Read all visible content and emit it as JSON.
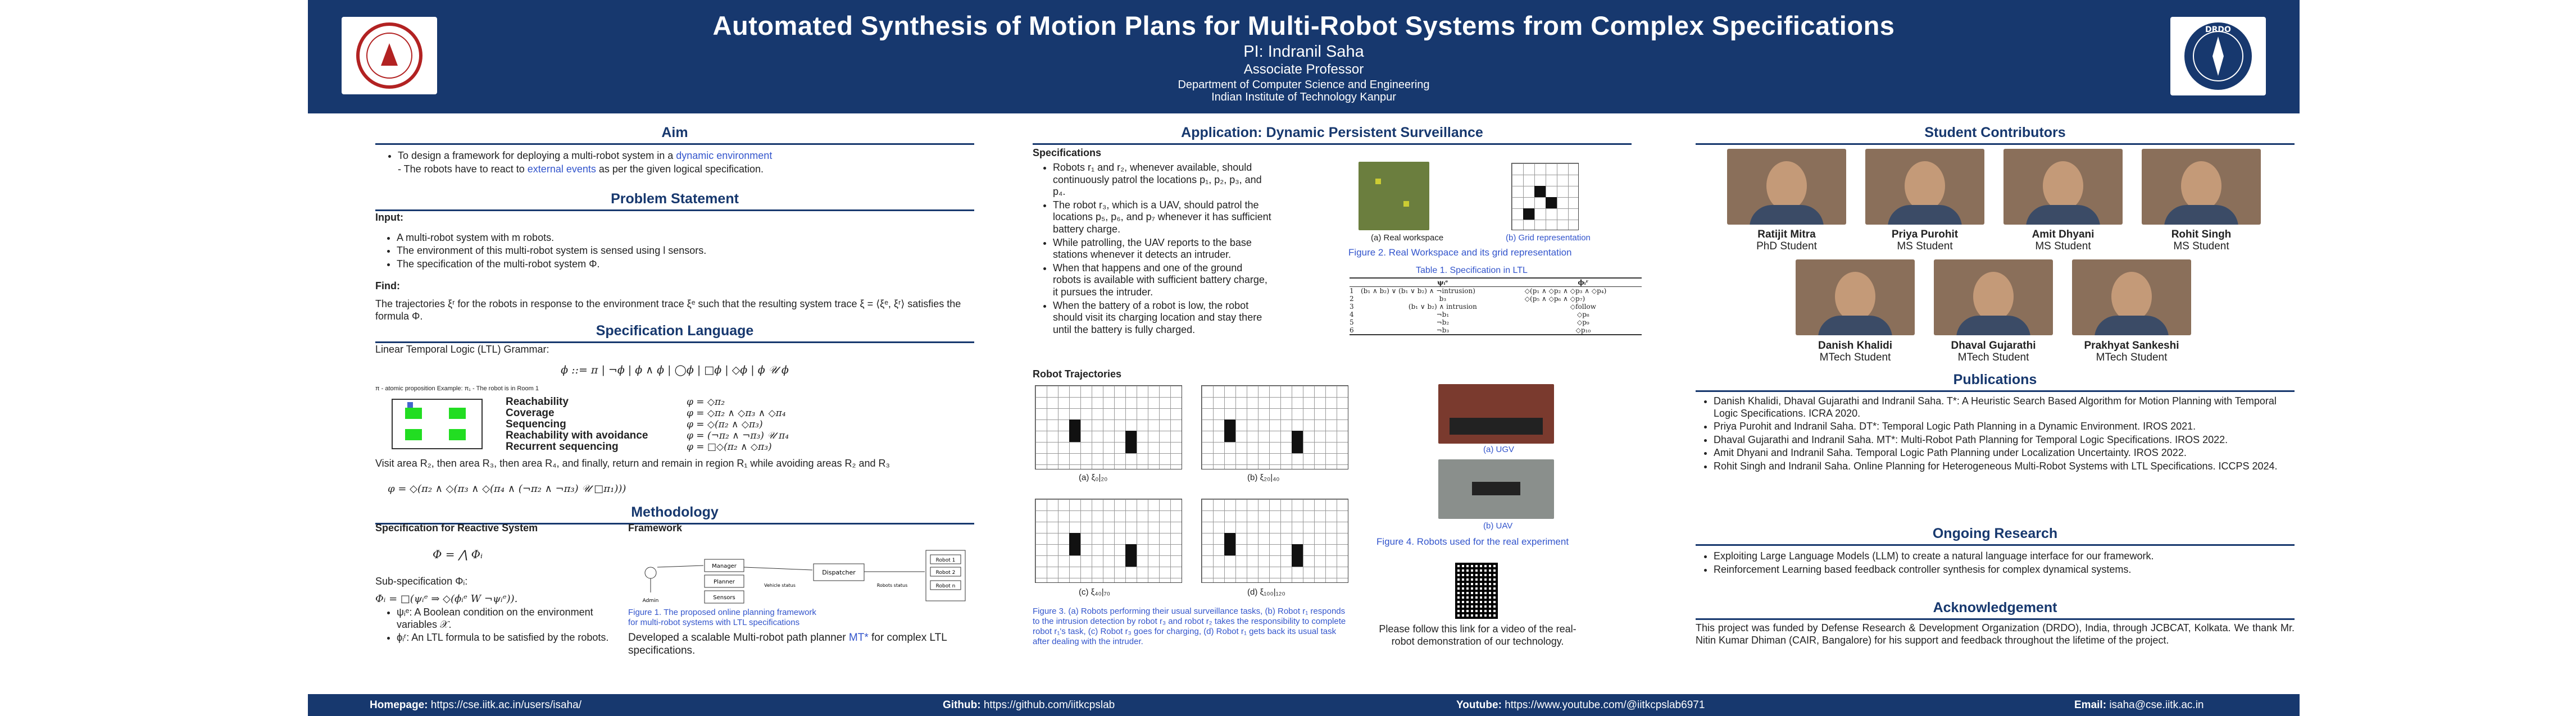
{
  "header": {
    "title": "Automated Synthesis of Motion Plans for Multi-Robot Systems from Complex Specifications",
    "pi": "PI: Indranil Saha",
    "role": "Associate Professor",
    "department": "Department of Computer Science and Engineering",
    "institute": "Indian Institute of Technology Kanpur",
    "logo_right_text": "DRDO"
  },
  "aim": {
    "heading": "Aim",
    "items": [
      {
        "pre": "To design a framework for deploying a multi-robot system in a ",
        "em": "dynamic environment",
        "post": ""
      },
      {
        "pre": "- The robots have to react to ",
        "em": "external events",
        "post": " as per the given logical specification."
      }
    ]
  },
  "problem": {
    "heading": "Problem Statement",
    "input_label": "Input:",
    "inputs": [
      "A multi-robot system with m robots.",
      "The environment of this multi-robot system is sensed using l sensors.",
      "The specification of the multi-robot system Φ."
    ],
    "find_label": "Find:",
    "find_text": "The trajectories ξʳ for the robots in response to the environment trace ξᵉ such that the resulting system trace ξ = ⟨ξᵉ, ξʳ⟩ satisfies the formula Φ."
  },
  "spec": {
    "heading": "Specification Language",
    "intro": "Linear Temporal Logic (LTL) Grammar:",
    "grammar": "ϕ ::= π | ¬ϕ | ϕ ∧ ϕ | ◯ϕ | □ϕ | ◇ϕ | ϕ 𝒰 ϕ",
    "note": "π - atomic proposition     Example: π₁ - The robot is in Room 1",
    "patterns": [
      {
        "name": "Reachability",
        "formula": "φ = ◇π₂"
      },
      {
        "name": "Coverage",
        "formula": "φ = ◇π₂ ∧ ◇π₃ ∧ ◇π₄"
      },
      {
        "name": "Sequencing",
        "formula": "φ = ◇(π₂ ∧ ◇π₃)"
      },
      {
        "name": "Reachability with avoidance",
        "formula": "φ = (¬π₂ ∧ ¬π₃) 𝒰 π₄"
      },
      {
        "name": "Recurrent sequencing",
        "formula": "φ = □◇(π₂ ∧ ◇π₃)"
      }
    ],
    "example_text": "Visit area R₂, then area R₃, then area R₄, and finally, return and remain in region R₁ while avoiding areas R₂ and R₃",
    "example_formula": "φ = ◇(π₂ ∧ ◇(π₃ ∧ ◇(π₄ ∧ (¬π₂ ∧ ¬π₃) 𝒰 □π₁)))"
  },
  "methodology": {
    "heading": "Methodology",
    "left_title": "Specification for Reactive System",
    "phi": "Φ = ⋀ Φᵢ",
    "sub_label": "Sub-specification Φᵢ:",
    "sub_formula": "Φᵢ = □(ψᵢᵉ ⇒ ◇(ϕᵢᵉ W ¬ψᵢᵉ)).",
    "bullets": [
      "ψᵢᵉ: A Boolean condition on the environment variables 𝒳.",
      "ϕᵢʳ: An LTL formula to be satisfied by the robots."
    ],
    "right_title": "Framework",
    "fig_caption": "Figure 1. The proposed online planning framework for multi-robot systems with LTL specifications",
    "fw_boxes": [
      "Manager",
      "Dispatcher",
      "Robot 1",
      "Robot 2",
      "Robot n",
      "Planner",
      "Sensors"
    ],
    "fw_labels": [
      "Admin",
      "Robots status",
      "Vehicle status"
    ],
    "developed": "Developed a scalable Multi-robot path planner ",
    "developed_em": "MT*",
    "developed_post": " for complex LTL specifications."
  },
  "application": {
    "heading": "Application: Dynamic Persistent Surveillance",
    "spec_label": "Specifications",
    "items": [
      "Robots r₁ and r₂, whenever available, should continuously patrol the locations p₁, p₂, p₃, and p₄.",
      "The robot r₃, which is a UAV, should patrol the locations p₅, p₆, and p₇ whenever it has sufficient battery charge.",
      "While patrolling, the UAV reports to the base stations whenever it detects an intruder.",
      "When that happens and one of the ground robots is available with sufficient battery charge, it pursues the intruder.",
      "When the battery of a robot is low, the robot should visit its charging location and stay there until the battery is fully charged."
    ],
    "sub_a": "(a) Real workspace",
    "sub_b": "(b) Grid representation",
    "fig2": "Figure 2. Real Workspace and its grid representation",
    "table_title": "Table 1. Specification in LTL",
    "table_head": [
      "ψᵢᵉ",
      "ϕᵢʳ"
    ],
    "table_rows": [
      [
        "1",
        "(b₁ ∧ b₂) ∨ (b₁ ∨ b₂) ∧ ¬intrusion)",
        "◇(p₁ ∧ ◇p₂ ∧ ◇p₃ ∧ ◇p₄)"
      ],
      [
        "2",
        "b₃",
        "◇(p₅ ∧ ◇p₆ ∧ ◇p₇)"
      ],
      [
        "3",
        "(b₁ ∨ b₂) ∧ intrusion",
        "◇follow"
      ],
      [
        "4",
        "¬b₁",
        "◇p₈"
      ],
      [
        "5",
        "¬b₂",
        "◇p₉"
      ],
      [
        "6",
        "¬b₃",
        "◇p₁₀"
      ]
    ],
    "traj_label": "Robot Trajectories",
    "traj_caps": [
      "(a) ξ₀|₂₀",
      "(b) ξ₂₀|₄₀",
      "(c) ξ₄₀|₇₀",
      "(d) ξ₁₀₀|₁₂₀"
    ],
    "fig3": "Figure 3. (a) Robots performing their usual surveillance tasks, (b) Robot r₁ responds to the intrusion detection by robot r₃ and robot r₂ takes the responsibility to complete robot r₁'s task, (c) Robot r₃ goes for charging, (d) Robot r₁ gets back its usual task after dealing with the intruder.",
    "ugv_cap": "(a) UGV",
    "uav_cap": "(b) UAV",
    "fig4": "Figure 4. Robots used for the real experiment",
    "video_text": "Please follow this link for a video of the real-robot demonstration of our technology."
  },
  "contributors": {
    "heading": "Student Contributors",
    "people": [
      {
        "name": "Ratijit Mitra",
        "role": "PhD Student"
      },
      {
        "name": "Priya Purohit",
        "role": "MS Student"
      },
      {
        "name": "Amit Dhyani",
        "role": "MS Student"
      },
      {
        "name": "Rohit Singh",
        "role": "MS Student"
      },
      {
        "name": "Danish Khalidi",
        "role": "MTech Student"
      },
      {
        "name": "Dhaval Gujarathi",
        "role": "MTech Student"
      },
      {
        "name": "Prakhyat Sankeshi",
        "role": "MTech Student"
      }
    ]
  },
  "publications": {
    "heading": "Publications",
    "items": [
      "Danish Khalidi, Dhaval Gujarathi and Indranil Saha. T*: A Heuristic Search Based Algorithm for Motion Planning with Temporal Logic Specifications. ICRA 2020.",
      "Priya Purohit and Indranil Saha. DT*: Temporal Logic Path Planning in a Dynamic Environment. IROS 2021.",
      "Dhaval Gujarathi and Indranil Saha. MT*: Multi-Robot Path Planning for Temporal Logic Specifications. IROS 2022.",
      "Amit Dhyani and Indranil Saha. Temporal Logic Path Planning under Localization Uncertainty. IROS 2022.",
      "Rohit Singh and Indranil Saha. Online Planning for Heterogeneous Multi-Robot Systems with LTL Specifications. ICCPS 2024."
    ]
  },
  "research": {
    "heading": "Ongoing Research",
    "items": [
      "Exploiting Large Language Models (LLM) to create a natural language interface for our framework.",
      "Reinforcement Learning based feedback controller synthesis for complex dynamical systems."
    ]
  },
  "ack": {
    "heading": "Acknowledgement",
    "text": "This project was funded by Defense Research & Development Organization (DRDO), India, through JCBCAT, Kolkata. We thank Mr. Nitin Kumar Dhiman (CAIR, Bangalore) for his support and feedback throughout the lifetime of the project."
  },
  "footer": {
    "homepage_label": "Homepage:",
    "homepage": "https://cse.iitk.ac.in/users/isaha/",
    "github_label": "Github:",
    "github": "https://github.com/iitkcpslab",
    "youtube_label": "Youtube:",
    "youtube": "https://www.youtube.com/@iitkcpslab6971",
    "email_label": "Email:",
    "email": "isaha@cse.iitk.ac.in"
  }
}
